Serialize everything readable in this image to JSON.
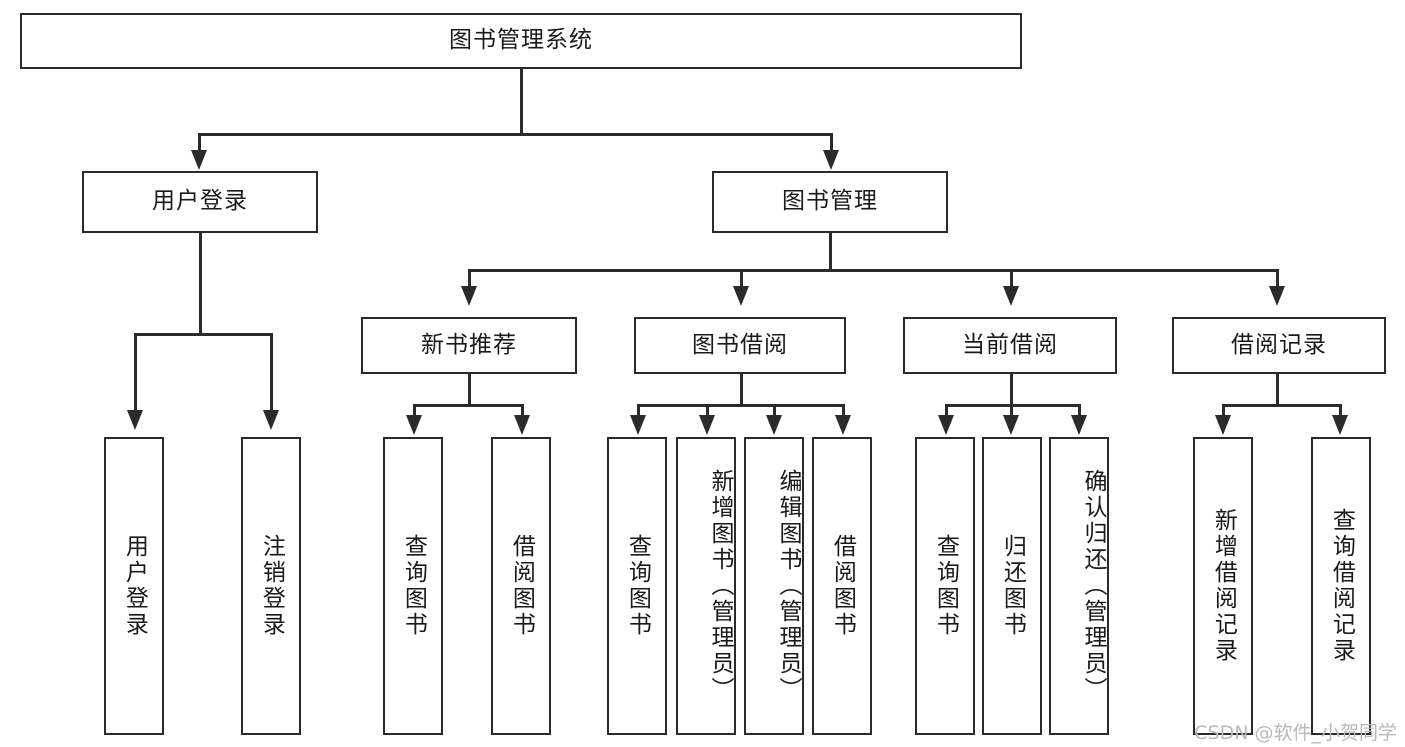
{
  "diagram": {
    "type": "tree-hierarchy",
    "title": "图书管理系统",
    "root": {
      "label": "图书管理系统"
    },
    "level2": [
      {
        "id": "user-login",
        "label": "用户登录"
      },
      {
        "id": "book-management",
        "label": "图书管理"
      }
    ],
    "level3": [
      {
        "id": "new-book-recommend",
        "label": "新书推荐",
        "parent": "book-management"
      },
      {
        "id": "book-borrow",
        "label": "图书借阅",
        "parent": "book-management"
      },
      {
        "id": "current-borrow",
        "label": "当前借阅",
        "parent": "book-management"
      },
      {
        "id": "borrow-record",
        "label": "借阅记录",
        "parent": "book-management"
      }
    ],
    "leaves": [
      {
        "id": "leaf-user-login",
        "label": "用户登录",
        "parent": "user-login"
      },
      {
        "id": "leaf-logout",
        "label": "注销登录",
        "parent": "user-login"
      },
      {
        "id": "leaf-query-book-1",
        "label": "查询图书",
        "parent": "new-book-recommend"
      },
      {
        "id": "leaf-borrow-book-1",
        "label": "借阅图书",
        "parent": "new-book-recommend"
      },
      {
        "id": "leaf-query-book-2",
        "label": "查询图书",
        "parent": "book-borrow"
      },
      {
        "id": "leaf-add-book",
        "label": "新增图书（管理员）",
        "parent": "book-borrow"
      },
      {
        "id": "leaf-edit-book",
        "label": "编辑图书（管理员）",
        "parent": "book-borrow"
      },
      {
        "id": "leaf-borrow-book-2",
        "label": "借阅图书",
        "parent": "book-borrow"
      },
      {
        "id": "leaf-query-book-3",
        "label": "查询图书",
        "parent": "current-borrow"
      },
      {
        "id": "leaf-return-book",
        "label": "归还图书",
        "parent": "current-borrow"
      },
      {
        "id": "leaf-confirm-return",
        "label": "确认归还（管理员）",
        "parent": "current-borrow"
      },
      {
        "id": "leaf-add-record",
        "label": "新增借阅记录",
        "parent": "borrow-record"
      },
      {
        "id": "leaf-query-record",
        "label": "查询借阅记录",
        "parent": "borrow-record"
      }
    ],
    "colors": {
      "stroke": "#2b2b2b",
      "fill": "#ffffff",
      "text": "#1a1a1a",
      "watermark": "#b9b9b9"
    }
  },
  "watermark": {
    "text": "CSDN @软件_小贺同学"
  }
}
